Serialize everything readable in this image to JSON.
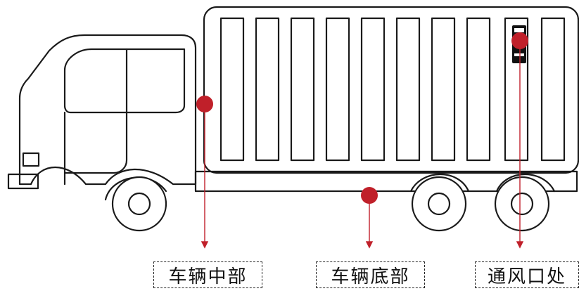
{
  "labels": {
    "middle": "车辆中部",
    "bottom": "车辆底部",
    "vent": "通风口处"
  },
  "colors": {
    "marker": "#c0202a",
    "outline": "#1a1a1a",
    "background": "#ffffff"
  },
  "icons": {
    "sensor": "sensor-device-icon",
    "truck": "truck-outline-icon"
  }
}
